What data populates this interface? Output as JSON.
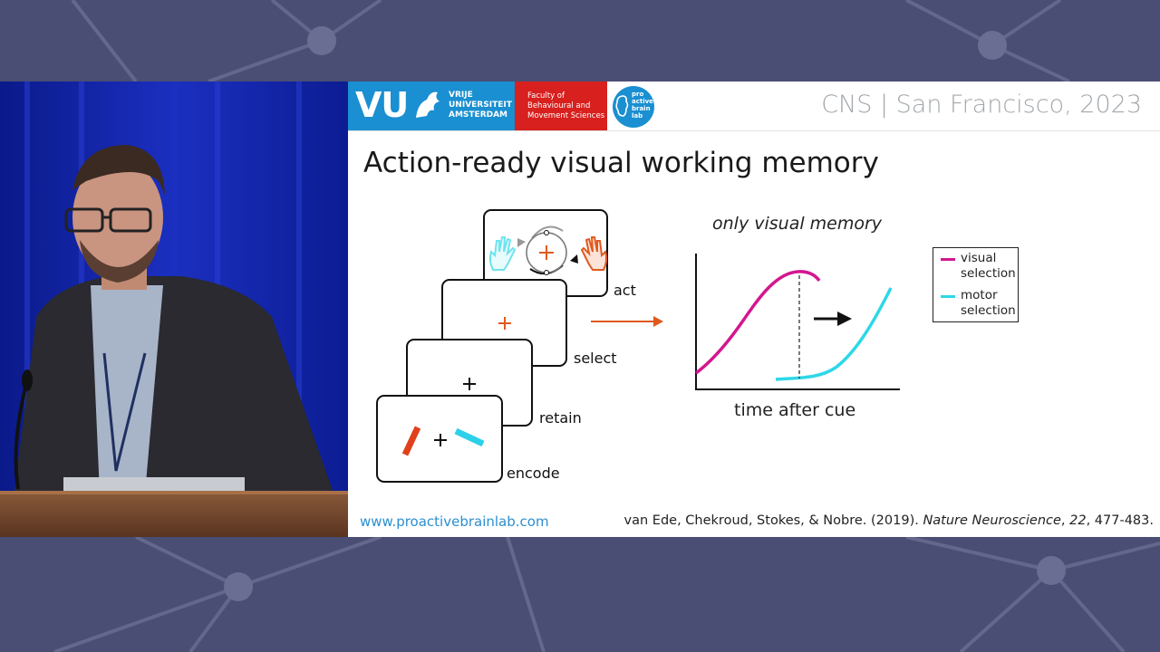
{
  "header": {
    "vu_logo_letters": "VU",
    "vu_name": [
      "VRIJE",
      "UNIVERSITEIT",
      "AMSTERDAM"
    ],
    "faculty": [
      "Faculty of",
      "Behavioural and",
      "Movement Sciences"
    ],
    "lab_logo": [
      "pro",
      "active",
      "brain",
      "lab"
    ],
    "conference": "CNS | San Francisco, 2023"
  },
  "slide": {
    "title": "Action-ready visual working memory",
    "stages": [
      "act",
      "select",
      "retain",
      "encode"
    ],
    "panel_title": "only visual memory",
    "xlabel": "time after cue",
    "legend": [
      {
        "label": [
          "visual",
          "selection"
        ],
        "color": "#d4168f"
      },
      {
        "label": [
          "motor",
          "selection"
        ],
        "color": "#2cd8e8"
      }
    ],
    "url": "www.proactivebrainlab.com",
    "citation": {
      "authors": "van Ede, Chekroud, Stokes, & Nobre. (2019). ",
      "journal": "Nature Neuroscience",
      "sep1": ", ",
      "volume": "22",
      "pages": ", 477-483."
    }
  },
  "colors": {
    "background": "#4a4d74",
    "vu_blue": "#1a8fd1",
    "faculty_red": "#d8201e",
    "accent_orange": "#e05a1f",
    "visual_magenta": "#d4168f",
    "motor_cyan": "#2cd8e8"
  }
}
